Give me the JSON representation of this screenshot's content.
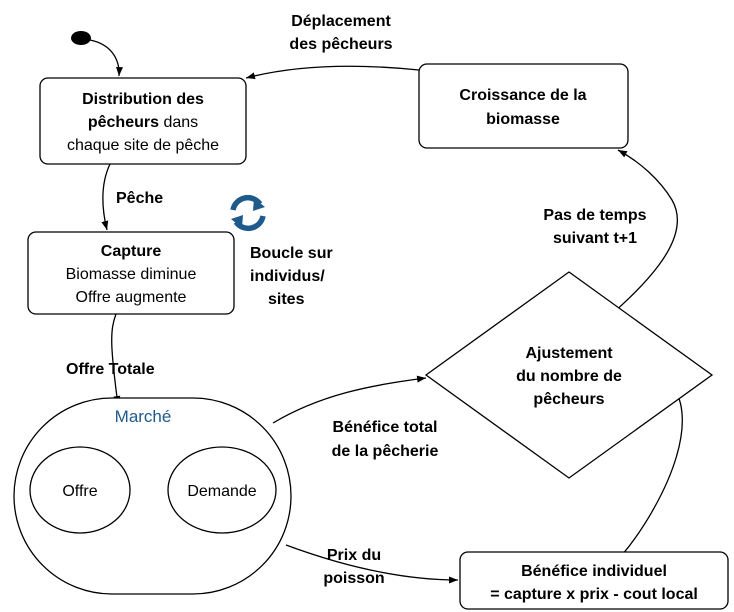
{
  "nodes": {
    "distribution": {
      "line1": "Distribution des",
      "line2_bold": "pêcheurs",
      "line2_rest": " dans",
      "line3": "chaque site de pêche"
    },
    "croissance": {
      "line1": "Croissance de la",
      "line2": "biomasse"
    },
    "capture": {
      "title": "Capture",
      "line2": "Biomasse diminue",
      "line3": "Offre augmente"
    },
    "marche": {
      "title": "Marché",
      "offre": "Offre",
      "demande": "Demande"
    },
    "ajustement": {
      "line1": "Ajustement",
      "line2": "du nombre de",
      "line3": "pêcheurs"
    },
    "benefice_individuel": {
      "line1": "Bénéfice individuel",
      "line2": "= capture x prix - cout local"
    }
  },
  "labels": {
    "deplacement": [
      "Déplacement",
      "des pêcheurs"
    ],
    "peche": "Pêche",
    "boucle": [
      "Boucle sur",
      "individus/",
      "sites"
    ],
    "offre_totale": "Offre Totale",
    "pas_de_temps": [
      "Pas de temps",
      "suivant t+1"
    ],
    "benefice_total": [
      "Bénéfice total",
      "de la pêcherie"
    ],
    "prix": [
      "Prix du",
      "poisson"
    ]
  },
  "colors": {
    "loop_icon": "#1f5a8c",
    "market_title": "#1f5a8c"
  }
}
